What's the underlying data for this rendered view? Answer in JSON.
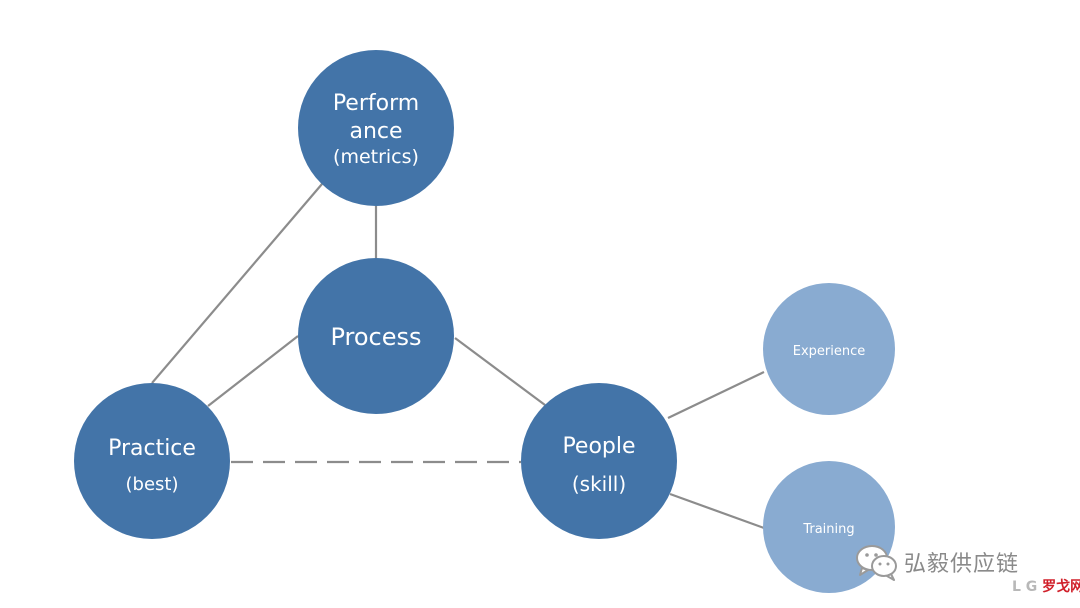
{
  "colors": {
    "primary_node": "#4374a8",
    "secondary_node": "#89abd1",
    "connector": "#8c8c8c",
    "text": "#ffffff"
  },
  "nodes": {
    "performance": {
      "line1": "Perform",
      "line2": "ance",
      "line3": "(metrics)"
    },
    "process": {
      "label": "Process"
    },
    "practice": {
      "line1": "Practice",
      "line2": "(best)"
    },
    "people": {
      "line1": "People",
      "line2": "(skill)"
    },
    "experience": {
      "label": "Experience"
    },
    "training": {
      "label": "Training"
    }
  },
  "watermark": {
    "account_name": "弘毅供应链",
    "logo_letters": "L G",
    "logo_cn": "罗戈网",
    "icon": "wechat-icon"
  }
}
